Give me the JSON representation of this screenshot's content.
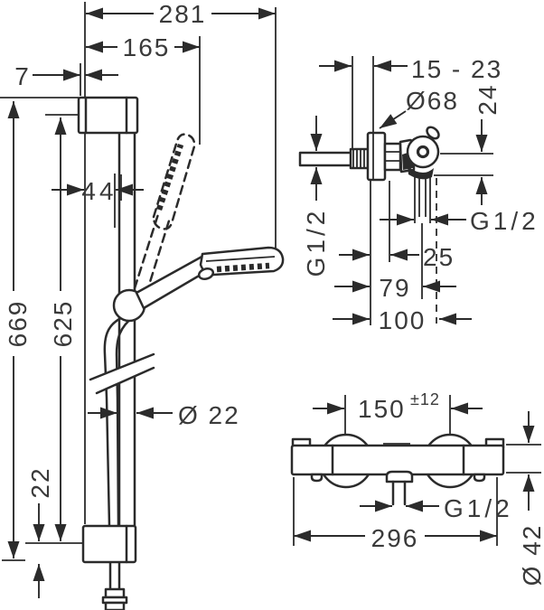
{
  "drawing": {
    "background": "#ffffff",
    "line_color": "#2b2b2b",
    "text_color": "#3a3a3a"
  },
  "views": {
    "shower_set": {
      "dims": {
        "width_281": "281",
        "reach_165": "165",
        "wall_gap_7": "7",
        "offset_44": "44",
        "height_669": "669",
        "bar_length_625": "625",
        "bottom_gap_22": "22",
        "bar_diameter": "Ø 22"
      }
    },
    "valve": {
      "dims": {
        "depth_range": "15 - 23",
        "escutcheon_diameter": "Ø68",
        "offset_24": "24",
        "inlet_thread": "G1/2",
        "outlet_thread": "G1/2",
        "offset_25": "25",
        "depth_79": "79",
        "depth_100": "100"
      }
    },
    "mixer": {
      "dims": {
        "connection_centers": "150",
        "tolerance": "±12",
        "outlet_thread": "G1/2",
        "width_296": "296",
        "body_diameter": "Ø 42"
      }
    }
  }
}
